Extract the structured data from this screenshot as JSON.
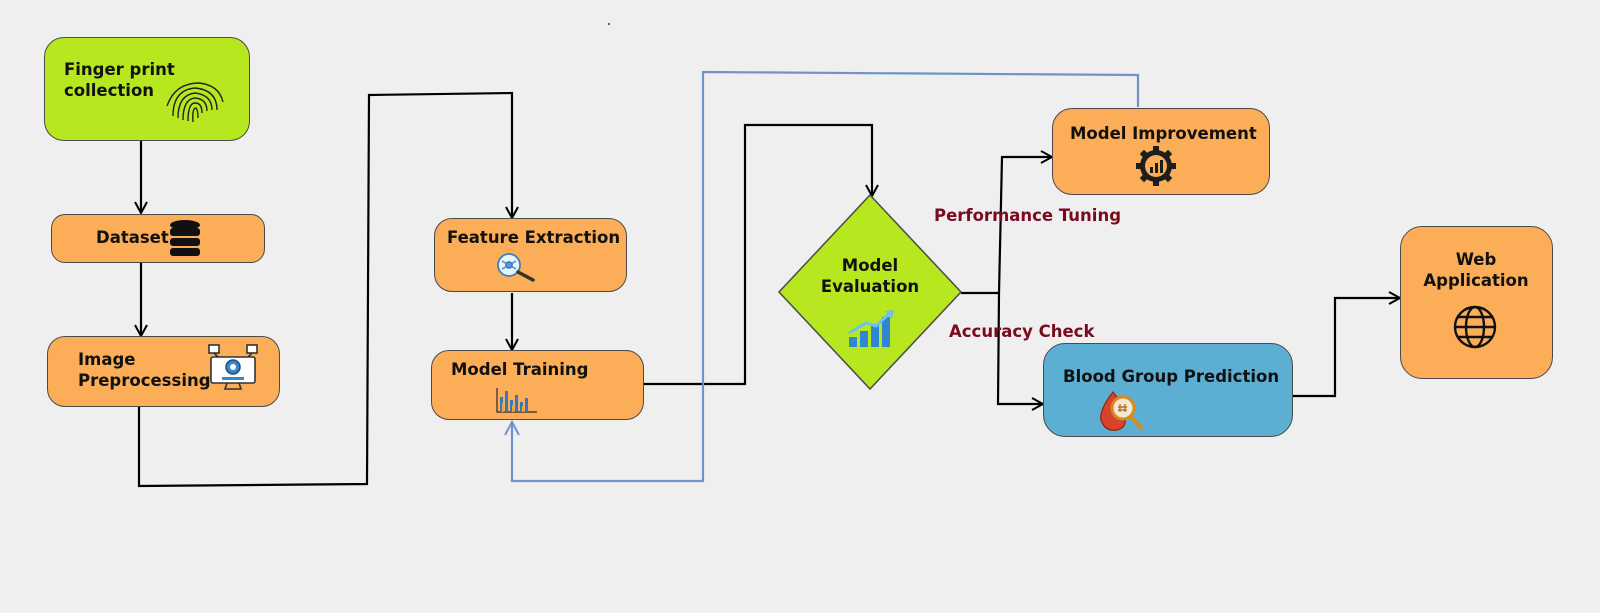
{
  "nodes": {
    "fingerprint": {
      "label": "Finger print\ncollection",
      "icon": "fingerprint-icon"
    },
    "dataset": {
      "label": "Dataset",
      "icon": "database-icon"
    },
    "preprocessing": {
      "label": "Image\nPreprocessing",
      "icon": "monitor-gear-icon"
    },
    "feature_extraction": {
      "label": "Feature Extraction",
      "icon": "magnifier-icon"
    },
    "model_training": {
      "label": "Model Training",
      "icon": "bar-chart-icon"
    },
    "model_evaluation": {
      "label": "Model\nEvaluation",
      "icon": "growth-chart-icon"
    },
    "model_improvement": {
      "label": "Model Improvement",
      "icon": "gear-chart-icon"
    },
    "blood_group_prediction": {
      "label": "Blood Group Prediction",
      "icon": "blood-drop-magnifier-icon"
    },
    "web_application": {
      "label": "Web\nApplication",
      "icon": "globe-icon"
    }
  },
  "edge_labels": {
    "performance_tuning": "Performance Tuning",
    "accuracy_check": "Accuracy Check"
  },
  "colors": {
    "process": "#fbad57",
    "start": "#b7e81f",
    "decision": "#b7e81f",
    "output": "#5daed3",
    "feedback_line": "#6f93c8",
    "edge_label": "#7a0b1e"
  }
}
